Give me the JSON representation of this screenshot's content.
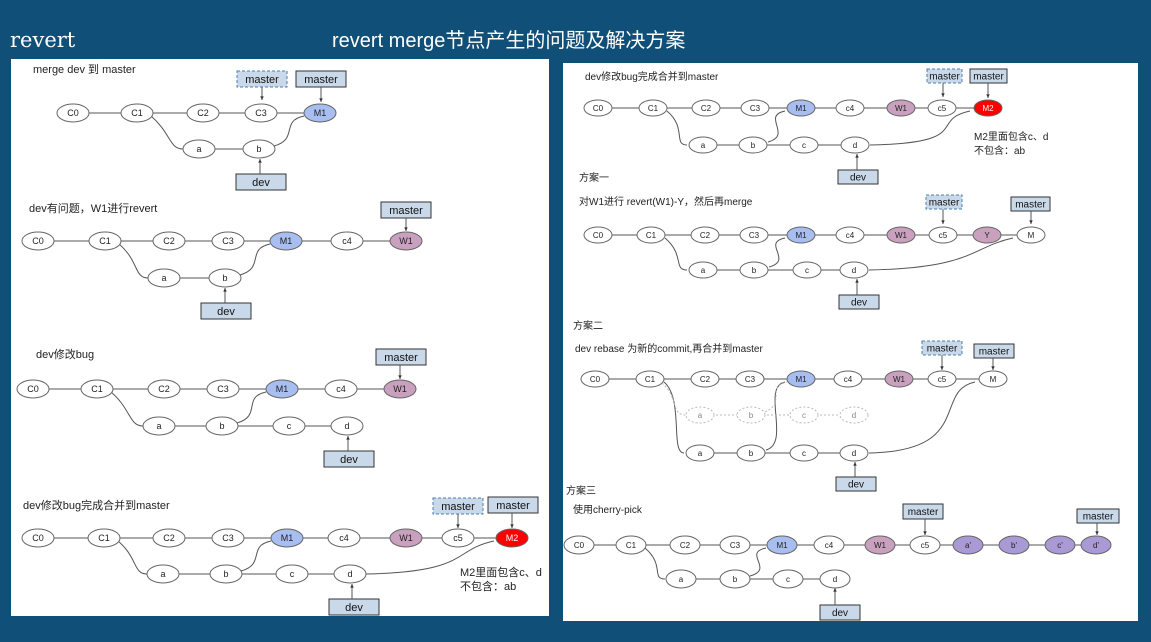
{
  "slide": {
    "label": "revert",
    "title": "revert merge节点产生的问题及解决方案"
  },
  "colors": {
    "background": "#0f4f78",
    "merge_node": "#a8bdf0",
    "revert_node": "#c9a0bd",
    "bad_merge_node": "#ff0000",
    "cherry_node": "#a99ad6",
    "label_box": "#c9d9ea"
  },
  "left_diagrams": [
    {
      "caption": "merge dev 到 master",
      "main_nodes": [
        "C0",
        "C1",
        "C2",
        "C3",
        "M1"
      ],
      "branch_nodes": [
        "a",
        "b"
      ],
      "labels": [
        "master",
        "master",
        "dev"
      ]
    },
    {
      "caption": "dev有问题，W1进行revert",
      "main_nodes": [
        "C0",
        "C1",
        "C2",
        "C3",
        "M1",
        "c4",
        "W1"
      ],
      "branch_nodes": [
        "a",
        "b"
      ],
      "labels": [
        "master",
        "dev"
      ]
    },
    {
      "caption": "dev修改bug",
      "main_nodes": [
        "C0",
        "C1",
        "C2",
        "C3",
        "M1",
        "c4",
        "W1"
      ],
      "branch_nodes": [
        "a",
        "b",
        "c",
        "d"
      ],
      "labels": [
        "master",
        "dev"
      ]
    },
    {
      "caption": "dev修改bug完成合并到master",
      "main_nodes": [
        "C0",
        "C1",
        "C2",
        "C3",
        "M1",
        "c4",
        "W1",
        "c5",
        "M2"
      ],
      "branch_nodes": [
        "a",
        "b",
        "c",
        "d"
      ],
      "labels": [
        "master",
        "master",
        "dev"
      ],
      "note": [
        "M2里面包含c、d",
        "不包含：ab"
      ]
    }
  ],
  "right_diagrams": [
    {
      "caption": "dev修改bug完成合并到master",
      "main_nodes": [
        "C0",
        "C1",
        "C2",
        "C3",
        "M1",
        "c4",
        "W1",
        "c5",
        "M2"
      ],
      "branch_nodes": [
        "a",
        "b",
        "c",
        "d"
      ],
      "labels": [
        "master",
        "master",
        "dev"
      ],
      "note": [
        "M2里面包含c、d",
        "不包含：ab"
      ]
    },
    {
      "heading": "方案一",
      "caption": "对W1进行 revert(W1)-Y，然后再merge",
      "main_nodes": [
        "C0",
        "C1",
        "C2",
        "C3",
        "M1",
        "c4",
        "W1",
        "c5",
        "Y",
        "M"
      ],
      "branch_nodes": [
        "a",
        "b",
        "c",
        "d"
      ],
      "labels": [
        "master",
        "master",
        "dev"
      ]
    },
    {
      "heading": "方案二",
      "caption": "dev rebase 为新的commit,再合并到master",
      "main_nodes": [
        "C0",
        "C1",
        "C2",
        "C3",
        "M1",
        "c4",
        "W1",
        "c5",
        "M"
      ],
      "ghost_nodes": [
        "a",
        "b",
        "c",
        "d"
      ],
      "branch_nodes": [
        "a",
        "b",
        "c",
        "d"
      ],
      "labels": [
        "master",
        "master",
        "dev"
      ]
    },
    {
      "heading": "方案三",
      "caption": "使用cherry-pick",
      "main_nodes": [
        "C0",
        "C1",
        "C2",
        "C3",
        "M1",
        "c4",
        "W1",
        "c5",
        "a'",
        "b'",
        "c'",
        "d'"
      ],
      "branch_nodes": [
        "a",
        "b",
        "c",
        "d"
      ],
      "labels": [
        "master",
        "master",
        "dev"
      ]
    }
  ]
}
